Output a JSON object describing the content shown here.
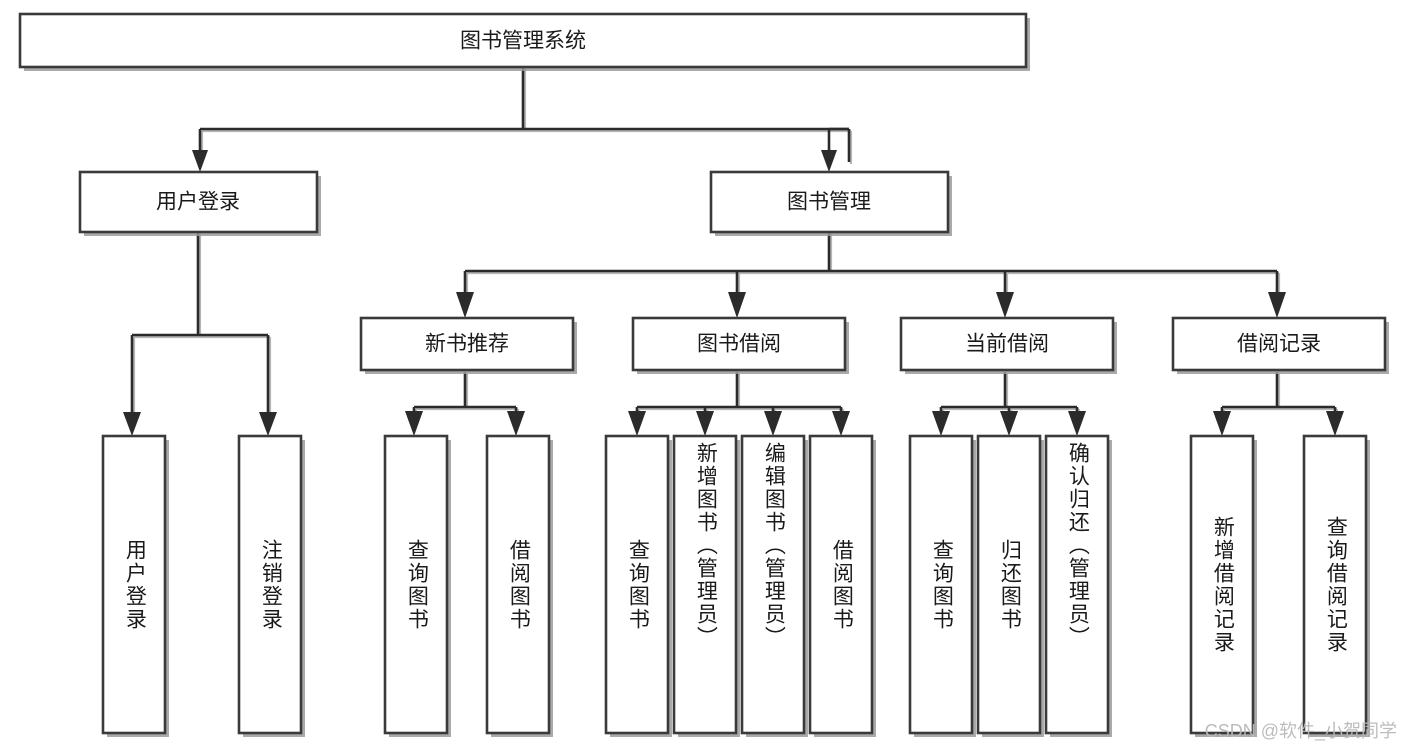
{
  "diagram": {
    "title": "图书管理系统",
    "type": "tree",
    "orientation": "top-down",
    "colors": {
      "box_fill": "#ffffff",
      "box_stroke": "#3a3a3a",
      "edge": "#2b2b2b",
      "shadow": "#9b9b9b",
      "text": "#1a1a1a",
      "watermark": "#b9b9b9"
    },
    "root": {
      "label": "图书管理系统"
    },
    "level2": [
      {
        "label": "用户登录"
      },
      {
        "label": "图书管理"
      }
    ],
    "level3": [
      {
        "label": "新书推荐"
      },
      {
        "label": "图书借阅"
      },
      {
        "label": "当前借阅"
      },
      {
        "label": "借阅记录"
      }
    ],
    "leaves": {
      "user_login": [
        {
          "label": "用户登录"
        },
        {
          "label": "注销登录"
        }
      ],
      "new_book_recommend": [
        {
          "label": "查询图书"
        },
        {
          "label": "借阅图书"
        }
      ],
      "book_borrow": [
        {
          "label": "查询图书"
        },
        {
          "label": "新增图书（管理员）"
        },
        {
          "label": "编辑图书（管理员）"
        },
        {
          "label": "借阅图书"
        }
      ],
      "current_borrow": [
        {
          "label": "查询图书"
        },
        {
          "label": "归还图书"
        },
        {
          "label": "确认归还（管理员）"
        }
      ],
      "borrow_record": [
        {
          "label": "新增借阅记录"
        },
        {
          "label": "查询借阅记录"
        }
      ]
    },
    "watermark": "CSDN @软件_小贺同学"
  }
}
